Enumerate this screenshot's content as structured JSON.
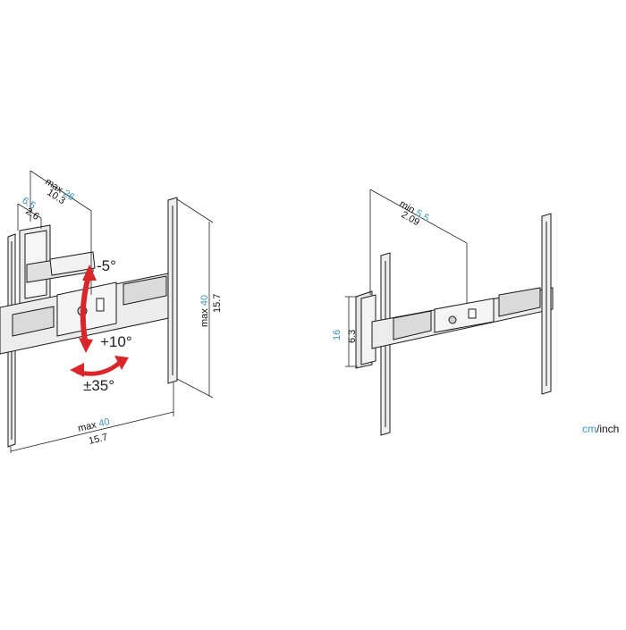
{
  "colors": {
    "cm": "#3a95b8",
    "arrow_red": "#d9262b",
    "line": "#1a1a1a",
    "plate": "#e8e8e8"
  },
  "left_mount": {
    "depth_max": {
      "prefix": "max",
      "cm": "26",
      "inch": "10.3"
    },
    "depth_min": {
      "cm": "6.5",
      "inch": "2.6"
    },
    "tilt_up": "-5°",
    "tilt_down": "+10°",
    "swivel": "±35°",
    "height": {
      "prefix": "max",
      "cm": "40",
      "inch": "15.7"
    },
    "width": {
      "prefix": "max",
      "cm": "40",
      "inch": "15.7"
    }
  },
  "right_mount": {
    "depth_min": {
      "prefix": "min",
      "cm": "5.5",
      "inch": "2.09"
    },
    "wall_plate": {
      "cm": "16",
      "inch": "6.3"
    }
  },
  "units": {
    "cm": "cm",
    "sep": "/inch"
  }
}
